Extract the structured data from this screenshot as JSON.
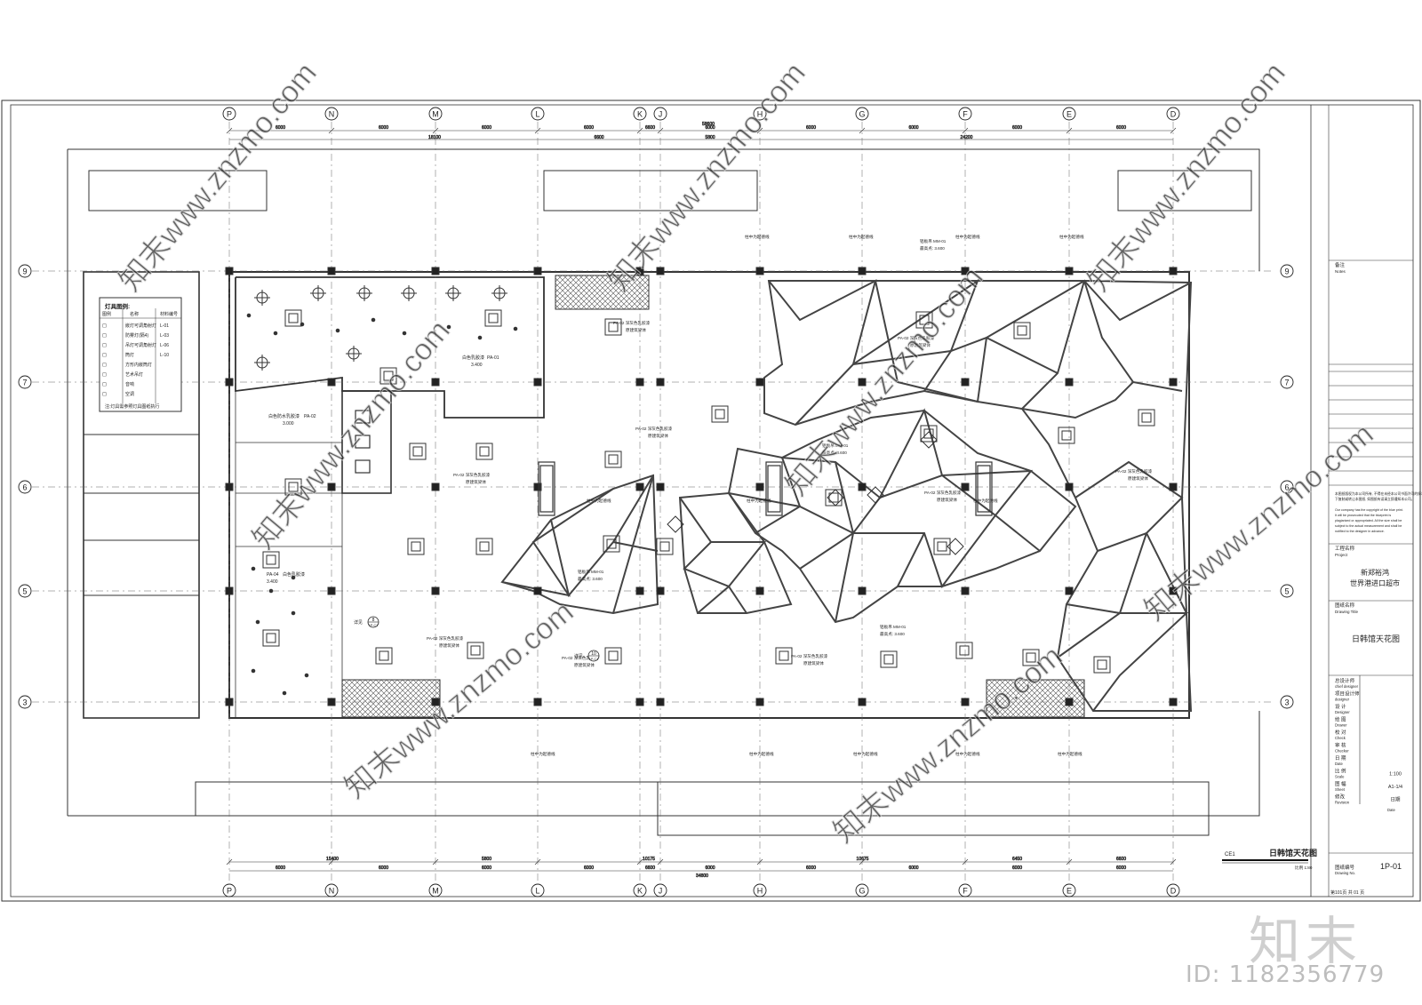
{
  "grid": {
    "columns": [
      "P",
      "N",
      "M",
      "L",
      "K",
      "J",
      "H",
      "G",
      "F",
      "E",
      "D"
    ],
    "rows": [
      "9",
      "7",
      "6",
      "5",
      "3"
    ]
  },
  "dimensions": {
    "top_total": "58600",
    "top_segments": [
      "6000",
      "6000",
      "6000",
      "6000",
      "6600",
      "6000",
      "6000",
      "6000",
      "6000",
      "6000"
    ],
    "top_sub": [
      "18100",
      "6600",
      "5800",
      "24200"
    ],
    "bottom_total": "34800",
    "bottom_sub": [
      "15400",
      "5800",
      "10175",
      "10675",
      "6450",
      "6600"
    ]
  },
  "legend": {
    "title": "灯具图例:",
    "headers": [
      "图例",
      "名称",
      "材料编号"
    ],
    "rows": [
      {
        "name": "嵌灯可调角射灯",
        "code": "L-01"
      },
      {
        "name": "防雾灯(隔4)",
        "code": "L-03"
      },
      {
        "name": "吊灯可调角射灯",
        "code": "L-06"
      },
      {
        "name": "筒灯",
        "code": "L-10"
      },
      {
        "name": "方形内嵌筒灯",
        "code": ""
      },
      {
        "name": "艺术吊灯",
        "code": ""
      },
      {
        "name": "音响",
        "code": ""
      },
      {
        "name": "空调",
        "code": ""
      }
    ],
    "note": "注:灯具需参照灯具图纸执行"
  },
  "annotations": {
    "pa01_text": "白色乳胶漆",
    "pa01_code": "PA-01",
    "pa01_height": "3.400",
    "pa02_text": "白色防水乳胶漆",
    "pa02_code": "PA-02",
    "pa02_height": "3.000",
    "pa04_text": "白色乳胶漆",
    "pa04_code": "PA-04",
    "pa04_height": "3.400",
    "deep_grey": "深灰色乳胶漆",
    "deep_grey_code": "PA-02",
    "deep_grey_sub": "原建筑梁体",
    "mesh": "铝板吊",
    "mesh_code": "MM-01",
    "top_height_label": "最高点:",
    "top_height": "3.600",
    "column_line": "柱中为起德线"
  },
  "title_block": {
    "notes_label": "备注",
    "notes_en": "Notes",
    "copyright_cn": "本图纸版权为本公司所有, 不得在未经本公司书面许可的情况下复制或转让本图纸, 如图纸有误请立即通知本公司。",
    "copyright_en": "Our company has the copyright of the blue print. It will be prosecuted that the blueprint is plagiarized or appropriated. All the size shall be subject to the actual measurement and shall be notified to the designer in advance.",
    "project_label": "工程名称",
    "project_en": "Project",
    "project_name_1": "新郑裕鸿",
    "project_name_2": "世界港进口超市",
    "drawing_label": "图纸名称",
    "drawing_en": "Drawing Title",
    "drawing_title": "日韩馆天花图",
    "roles": [
      {
        "cn": "总设计师",
        "en": "chief designer",
        "value": ""
      },
      {
        "cn": "项目设计师",
        "en": "designer",
        "value": ""
      },
      {
        "cn": "设 计",
        "en": "Designer",
        "value": ""
      },
      {
        "cn": "绘 图",
        "en": "Drawer",
        "value": ""
      },
      {
        "cn": "校 对",
        "en": "Check",
        "value": ""
      },
      {
        "cn": "审 核",
        "en": "Checker",
        "value": ""
      },
      {
        "cn": "日 期",
        "en": "Date",
        "value": ""
      },
      {
        "cn": "比 例",
        "en": "Scale",
        "value": "1:100"
      },
      {
        "cn": "图 幅",
        "en": "Sheet",
        "value": "A1-1/4"
      },
      {
        "cn": "修改",
        "en": "Revision",
        "value": "日期"
      }
    ],
    "revision_date_en": "Date",
    "drawing_no_label": "图纸编号",
    "drawing_no_en": "Drawing No.",
    "drawing_no": "1P-01",
    "page": "第101页 共 01 页"
  },
  "plan_title": {
    "code": "CE1",
    "title": "日韩馆天花图",
    "scale": "比例 1:80"
  },
  "section_marks": [
    {
      "label": "详见",
      "num": "8",
      "sheet": "1P-C1"
    },
    {
      "label": "详见",
      "num": "10",
      "sheet": "1P-C1"
    }
  ],
  "watermark": {
    "brand": "知末",
    "id": "ID: 1182356779",
    "url": "www.znzmo.com"
  }
}
